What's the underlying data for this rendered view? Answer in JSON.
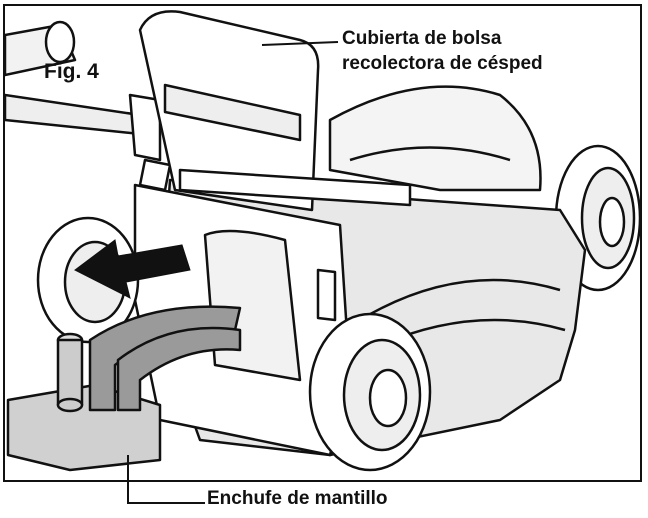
{
  "figure": {
    "fig_label": "Fig. 4",
    "callouts": {
      "bag_cover_line1": "Cubierta de bolsa",
      "bag_cover_line2": "recolectora de césped",
      "mulching_plug": "Enchufe de mantillo"
    },
    "colors": {
      "ink": "#111111",
      "paper": "#ffffff",
      "body_shade": "#e8e8e8",
      "plug_shade": "#9a9a9a"
    },
    "icons": [
      "arrow-left-icon"
    ]
  }
}
